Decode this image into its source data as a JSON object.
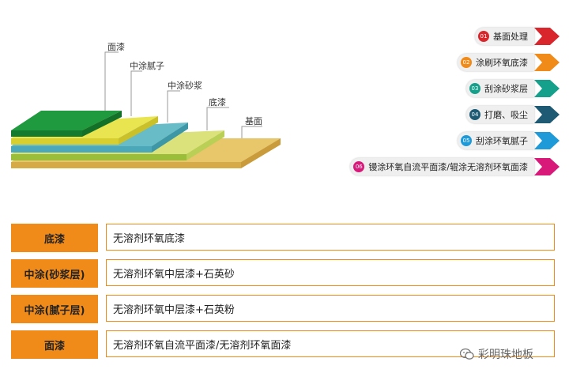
{
  "layers_diagram": {
    "labels": [
      "面漆",
      "中涂腻子",
      "中涂砂浆",
      "底漆",
      "基面"
    ]
  },
  "steps": [
    {
      "num": "01",
      "label": "基面处理",
      "color": "#d9262c"
    },
    {
      "num": "02",
      "label": "涂刷环氧底漆",
      "color": "#f08a18"
    },
    {
      "num": "03",
      "label": "刮涂砂浆层",
      "color": "#15a08c"
    },
    {
      "num": "04",
      "label": "打磨、吸尘",
      "color": "#1e5a73"
    },
    {
      "num": "05",
      "label": "刮涂环氧腻子",
      "color": "#1f9ad8"
    },
    {
      "num": "06",
      "label": "镘涂环氧自流平面漆/辊涂无溶剂环氧面漆",
      "color": "#d8197a"
    }
  ],
  "table": [
    {
      "label": "底漆",
      "value": "无溶剂环氧底漆"
    },
    {
      "label": "中涂(砂浆层)",
      "value": "无溶剂环氧中层漆+石英砂"
    },
    {
      "label": "中涂(腻子层)",
      "value": "无溶剂环氧中层漆+石英粉"
    },
    {
      "label": "面漆",
      "value": "无溶剂环氧自流平面漆/无溶剂环氧面漆"
    }
  ],
  "watermark": {
    "text": "彩明珠地板"
  }
}
